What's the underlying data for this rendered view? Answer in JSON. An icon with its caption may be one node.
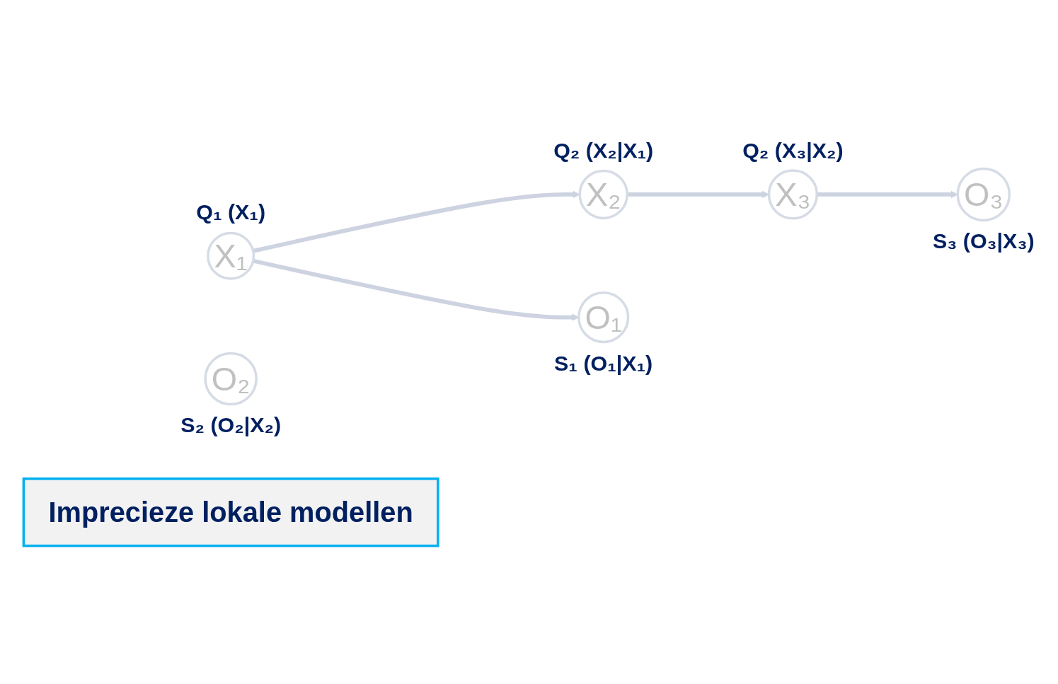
{
  "diagram": {
    "nodes": [
      {
        "text": [
          "X₁"
        ],
        "beside": [
          "Q₁ (X₁)"
        ]
      },
      {
        "text": [
          "X₂"
        ],
        "beside": [
          "Q₂ (X₂|X₁)"
        ]
      },
      {
        "text": [
          "X₃"
        ],
        "beside": [
          "Q₂ (X₃|X₂)"
        ]
      },
      {
        "text": [
          "O₁"
        ],
        "beside": [
          "S₁ (O₁|X₁)"
        ]
      },
      {
        "text": [
          "O₂"
        ],
        "beside": [
          "S₂ (O₂|X₂)"
        ]
      },
      {
        "text": [
          "O₃"
        ],
        "beside": [
          "S₃ (O₃|X₃)"
        ]
      },
      {
        "text": [
          "Imprecieze lokale modellen"
        ]
      }
    ],
    "edges": [
      {
        "from": 0,
        "to": 1,
        "arrow": "to"
      },
      {
        "from": 1,
        "to": 2,
        "arrow": "to"
      },
      {
        "from": 0,
        "to": 3,
        "arrow": "to"
      },
      {
        "from": 2,
        "to": 5,
        "arrow": "to"
      }
    ]
  }
}
